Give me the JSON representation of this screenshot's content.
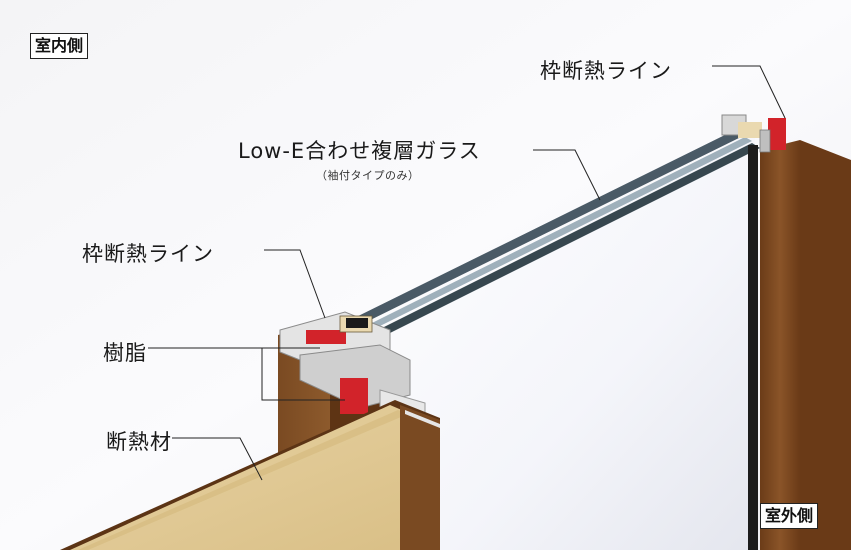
{
  "labels": {
    "indoor": "室内側",
    "outdoor": "室外側",
    "frame_insulation_top": "枠断熱ライン",
    "glass": "Low-E合わせ複層ガラス",
    "glass_note": "（袖付タイプのみ）",
    "frame_insulation_left": "枠断熱ライン",
    "resin": "樹脂",
    "insulation": "断熱材"
  },
  "colors": {
    "wood": "#7a4a22",
    "resin_red": "#d2232a",
    "insulation_foam": "#e0c895",
    "glass_edge": "#37474f"
  }
}
